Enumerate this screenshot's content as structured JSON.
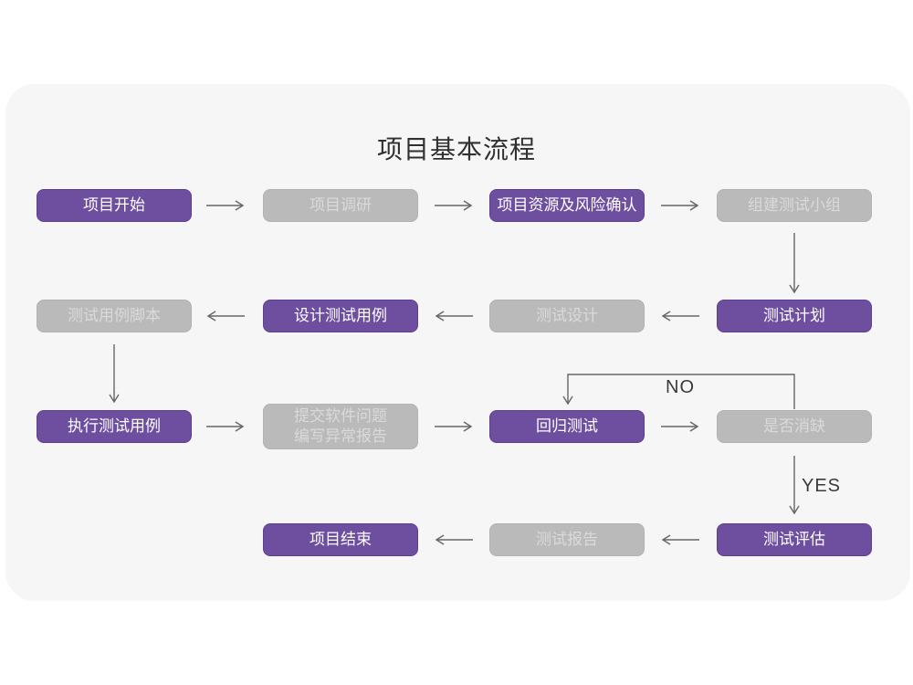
{
  "title": "项目基本流程",
  "colors": {
    "accent_purple": "#6e4f9f",
    "accent_purple_border": "#5d4190",
    "node_gray": "#bababa",
    "node_gray_text": "#dadada",
    "card_background": "#f6f6f7",
    "arrow": "#666666"
  },
  "nodes": {
    "project_start": {
      "label": "项目开始"
    },
    "project_survey": {
      "label": "项目调研"
    },
    "resource_risk_confirm": {
      "label": "项目资源及风险确认"
    },
    "build_test_team": {
      "label": "组建测试小组"
    },
    "test_plan": {
      "label": "测试计划"
    },
    "test_design": {
      "label": "测试设计"
    },
    "design_test_cases": {
      "label": "设计测试用例"
    },
    "test_case_scripts": {
      "label": "测试用例脚本"
    },
    "execute_test_cases": {
      "label": "执行测试用例"
    },
    "submit_issues": {
      "label_line1": "提交软件问题",
      "label_line2": "编写异常报告"
    },
    "regression_test": {
      "label": "回归测试"
    },
    "defect_resolved": {
      "label": "是否消缺"
    },
    "test_evaluation": {
      "label": "测试评估"
    },
    "test_report": {
      "label": "测试报告"
    },
    "project_end": {
      "label": "项目结束"
    }
  },
  "edge_labels": {
    "no": "NO",
    "yes": "YES"
  }
}
